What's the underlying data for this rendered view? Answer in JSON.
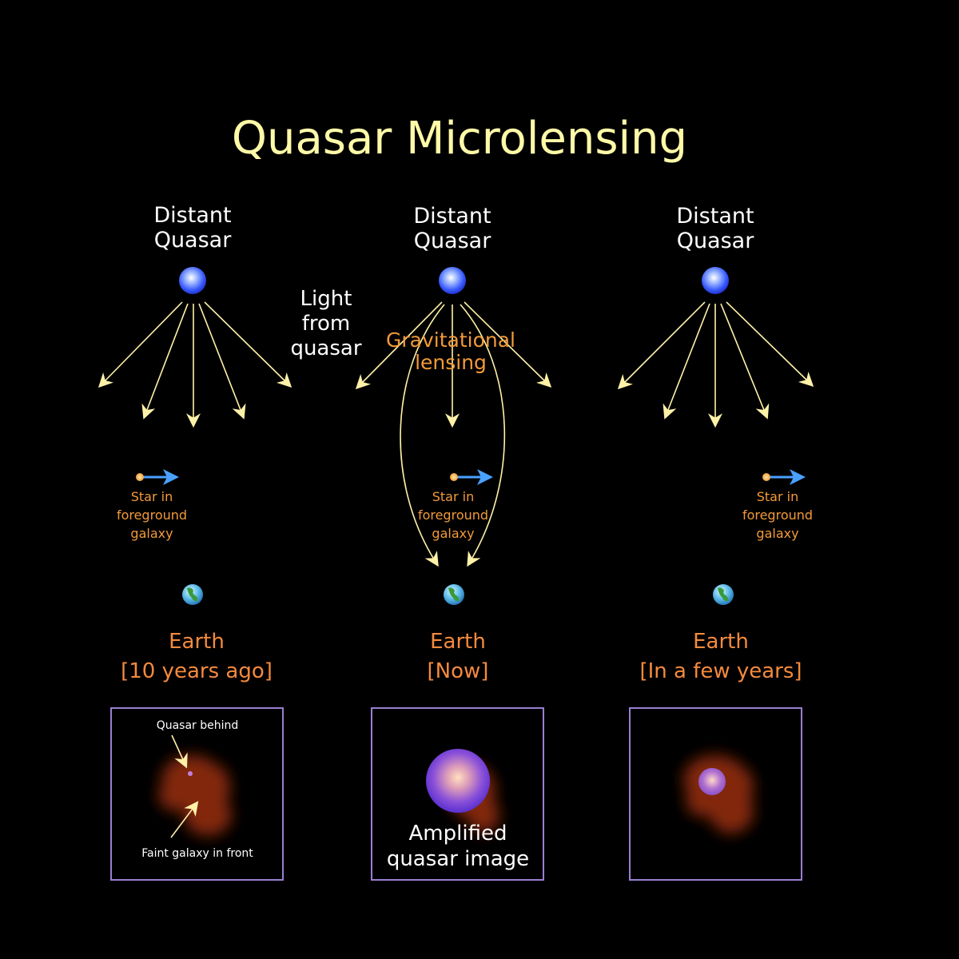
{
  "title": "Quasar Microlensing",
  "panels": [
    {
      "quasar_line1": "Distant",
      "quasar_line2": "Quasar",
      "star_line1": "Star in",
      "star_line2": "foreground",
      "star_line3": "galaxy",
      "earth_label": "Earth",
      "time_label": "[10 years ago]",
      "inset_annotation_top": "Quasar behind",
      "inset_annotation_bottom": "Faint galaxy in front"
    },
    {
      "quasar_line1": "Distant",
      "quasar_line2": "Quasar",
      "star_line1": "Star in",
      "star_line2": "foreground",
      "star_line3": "galaxy",
      "earth_label": "Earth",
      "time_label": "[Now]",
      "inset_caption_line1": "Amplified",
      "inset_caption_line2": "quasar image"
    },
    {
      "quasar_line1": "Distant",
      "quasar_line2": "Quasar",
      "star_line1": "Star in",
      "star_line2": "foreground",
      "star_line3": "galaxy",
      "earth_label": "Earth",
      "time_label": "[In a few years]"
    }
  ],
  "light_label": [
    "Light",
    "from",
    "quasar"
  ],
  "lensing_label": [
    "Gravitational",
    "lensing"
  ],
  "colors": {
    "title": "#fffaa8",
    "white_text": "#ffffff",
    "orange_text": "#f29a3a",
    "earth_text": "#f58a3c",
    "arrow": "#fff2a8",
    "motion_arrow": "#4aa0ff",
    "frame": "#9a7fd0"
  }
}
